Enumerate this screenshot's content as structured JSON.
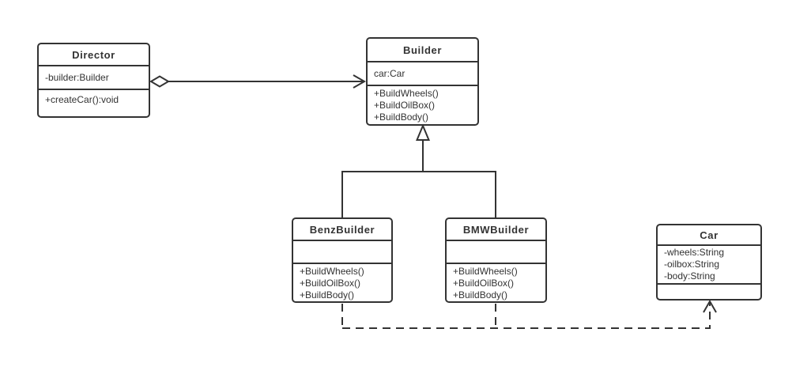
{
  "diagram": {
    "kind": "uml-class-diagram",
    "pattern": "Builder"
  },
  "colors": {
    "stroke": "#333333",
    "text": "#333333",
    "box_fill": "#ffffff",
    "background": "#ffffff"
  },
  "classes": [
    {
      "name": "Director",
      "attributes": [
        "-builder:Builder"
      ],
      "methods": [
        "+createCar():void"
      ]
    },
    {
      "name": "Builder",
      "attributes": [
        "car:Car"
      ],
      "methods": [
        "+BuildWheels()",
        "+BuildOilBox()",
        "+BuildBody()"
      ]
    },
    {
      "name": "BenzBuilder",
      "attributes": [],
      "methods": [
        "+BuildWheels()",
        "+BuildOilBox()",
        "+BuildBody()"
      ]
    },
    {
      "name": "BMWBuilder",
      "attributes": [],
      "methods": [
        "+BuildWheels()",
        "+BuildOilBox()",
        "+BuildBody()"
      ]
    },
    {
      "name": "Car",
      "attributes": [
        "-wheels:String",
        "-oilbox:String",
        "-body:String"
      ],
      "methods": []
    }
  ],
  "relationships": [
    {
      "type": "aggregation",
      "from": "Director",
      "to": "Builder",
      "line": "solid",
      "marker_from": "hollow-diamond",
      "marker_to": "open-arrow"
    },
    {
      "type": "generalization",
      "from": "BenzBuilder",
      "to": "Builder",
      "line": "solid",
      "marker_to": "hollow-triangle"
    },
    {
      "type": "generalization",
      "from": "BMWBuilder",
      "to": "Builder",
      "line": "solid",
      "marker_to": "hollow-triangle"
    },
    {
      "type": "dependency",
      "from": "BenzBuilder",
      "to": "Car",
      "line": "dashed",
      "marker_to": "open-arrow"
    },
    {
      "type": "dependency",
      "from": "BMWBuilder",
      "to": "Car",
      "line": "dashed",
      "marker_to": "open-arrow"
    }
  ]
}
